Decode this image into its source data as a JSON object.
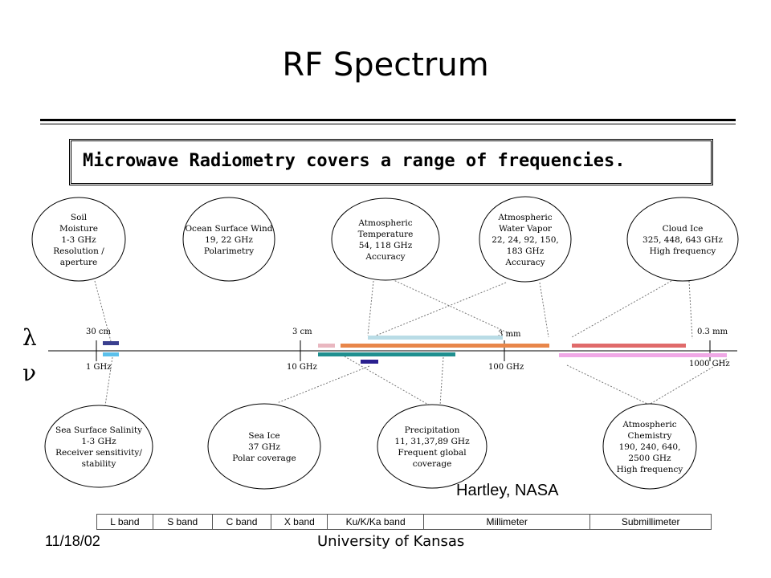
{
  "slide": {
    "title": "RF Spectrum",
    "banner": "Microwave Radiometry covers a range of frequencies.",
    "credit": "Hartley, NASA",
    "date": "11/18/02",
    "institution": "University of Kansas"
  },
  "axis": {
    "lambda_symbol": "λ",
    "nu_symbol": "ν",
    "wavelength_labels": [
      "30 cm",
      "3 cm",
      "3 mm",
      "0.3 mm"
    ],
    "frequency_labels": [
      "1 GHz",
      "10 GHz",
      "100 GHz",
      "1000 GHz"
    ]
  },
  "applications_top": [
    {
      "lines": [
        "Soil",
        "Moisture",
        "1-3 GHz",
        "Resolution /",
        "aperture"
      ]
    },
    {
      "lines": [
        "Ocean Surface Wind",
        "19, 22 GHz",
        "Polarimetry"
      ]
    },
    {
      "lines": [
        "Atmospheric",
        "Temperature",
        "54, 118 GHz",
        "Accuracy"
      ]
    },
    {
      "lines": [
        "Atmospheric",
        "Water Vapor",
        "22, 24, 92, 150,",
        "183 GHz",
        "Accuracy"
      ]
    },
    {
      "lines": [
        "Cloud Ice",
        "325, 448, 643 GHz",
        "High frequency"
      ]
    }
  ],
  "applications_bottom": [
    {
      "lines": [
        "Sea Surface Salinity",
        "1-3 GHz",
        "Receiver sensitivity/",
        "stability"
      ]
    },
    {
      "lines": [
        "Sea Ice",
        "37 GHz",
        "Polar coverage"
      ]
    },
    {
      "lines": [
        "Precipitation",
        "11, 31,37,89 GHz",
        "Frequent global",
        "coverage"
      ]
    },
    {
      "lines": [
        "Atmospheric",
        "Chemistry",
        "190, 240, 640,",
        "2500 GHz",
        "High frequency"
      ]
    }
  ],
  "band_colors": {
    "soil_moisture": "#3a3f8f",
    "salinity": "#5bc0eb",
    "temperature": "#e9b7c0",
    "water_vapor": "#e8864a",
    "sea_ice": "#1f8f8f",
    "precipitation": "#2a1f8f",
    "vapor_upper": "#b9dce6",
    "cloud_ice": "#e06a6a",
    "chemistry": "#f0a8e6"
  },
  "frequency_bands": [
    "L band",
    "S band",
    "C band",
    "X band",
    "Ku/K/Ka band",
    "Millimeter",
    "Submillimeter"
  ]
}
